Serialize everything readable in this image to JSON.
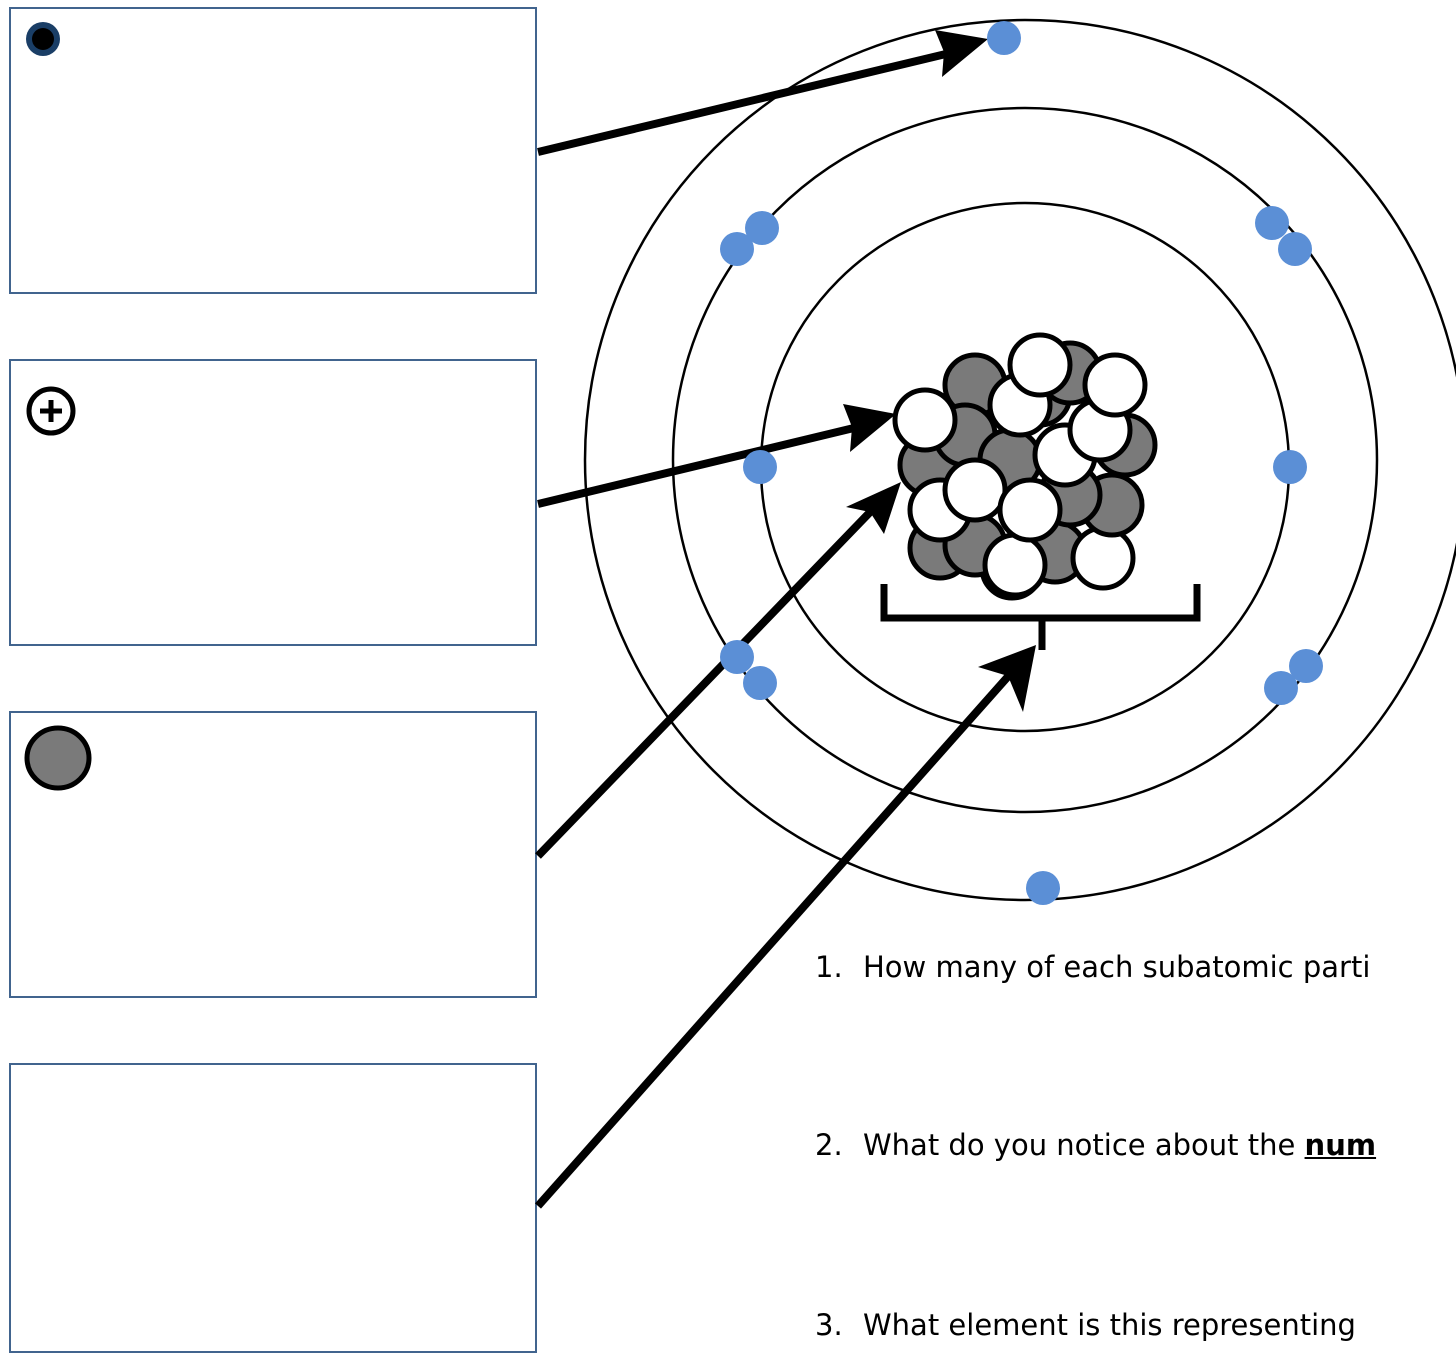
{
  "label_boxes": [
    {
      "name": "electron-label-box",
      "icon": "electron-icon",
      "text": ""
    },
    {
      "name": "proton-label-box",
      "icon": "proton-plus-icon",
      "text": ""
    },
    {
      "name": "neutron-label-box",
      "icon": "neutron-icon",
      "text": ""
    },
    {
      "name": "nucleus-label-box",
      "icon": "",
      "text": ""
    }
  ],
  "questions": [
    {
      "number": "1.",
      "text": "How many of each subatomic parti",
      "bold": ""
    },
    {
      "number": "2.",
      "text": "What do you notice about the ",
      "bold": "num"
    },
    {
      "number": "3.",
      "text": "What element is this representing",
      "bold": ""
    }
  ],
  "colors": {
    "electron": "#5b8fd6",
    "neutron": "#7a7a7a",
    "proton": "#ffffff",
    "box_border": "#41648e",
    "line": "#000000"
  }
}
